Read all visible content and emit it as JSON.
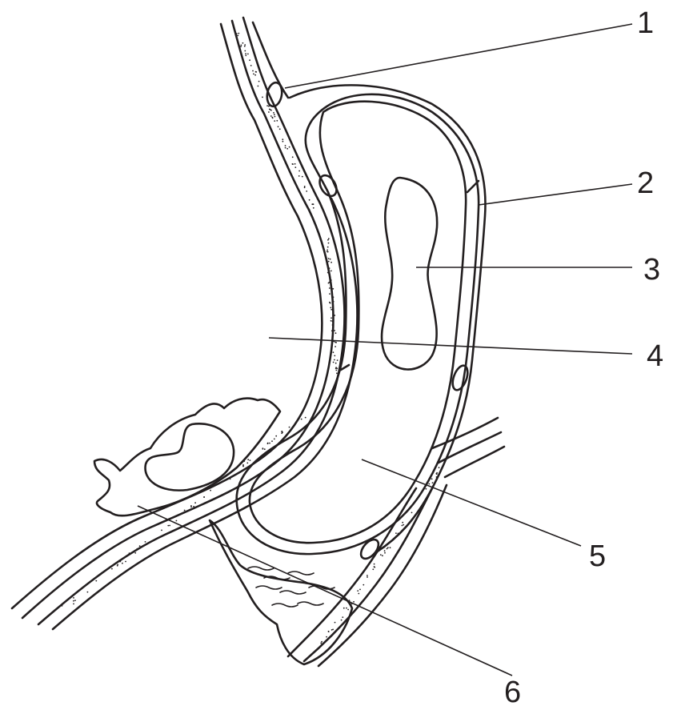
{
  "labels": [
    "1",
    "2",
    "3",
    "4",
    "5",
    "6"
  ],
  "colors": {
    "line": "#231f20",
    "background": "#ffffff"
  }
}
